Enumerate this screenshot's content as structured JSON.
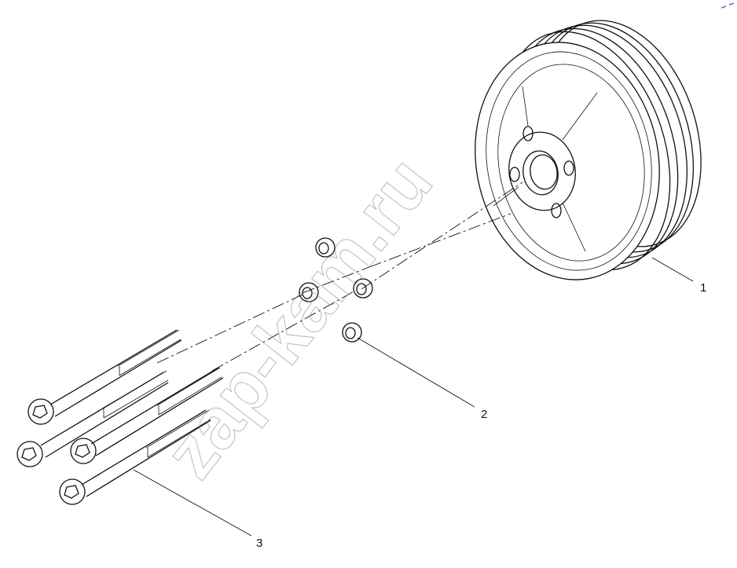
{
  "diagram": {
    "callouts": [
      {
        "id": "1",
        "label": "1",
        "part": "pulley"
      },
      {
        "id": "2",
        "label": "2",
        "part": "washer"
      },
      {
        "id": "3",
        "label": "3",
        "part": "bolt"
      }
    ],
    "watermark": "zap-kam.ru"
  }
}
